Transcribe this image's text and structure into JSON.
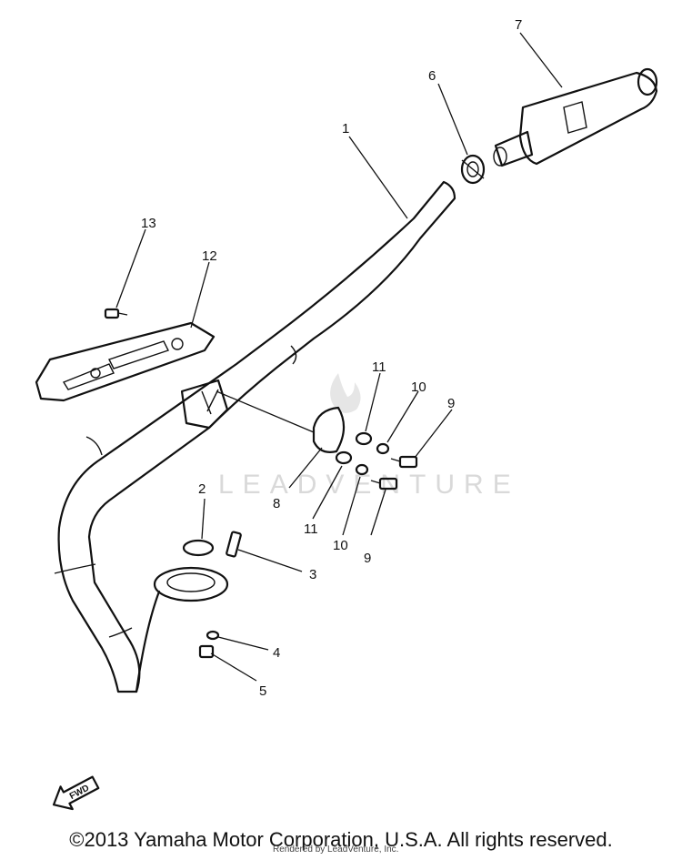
{
  "diagram": {
    "watermark": "LEADVENTURE",
    "fwd_label": "FWD",
    "callouts": {
      "c1": "1",
      "c2": "2",
      "c3": "3",
      "c4": "4",
      "c5": "5",
      "c6": "6",
      "c7": "7",
      "c8": "8",
      "c9a": "9",
      "c9b": "9",
      "c10a": "10",
      "c10b": "10",
      "c11a": "11",
      "c11b": "11",
      "c12": "12",
      "c13": "13"
    }
  },
  "footer": {
    "copyright": "©2013 Yamaha Motor Corporation, U.S.A. All rights reserved.",
    "rendered_by": "Rendered by LeadVenture, Inc."
  }
}
